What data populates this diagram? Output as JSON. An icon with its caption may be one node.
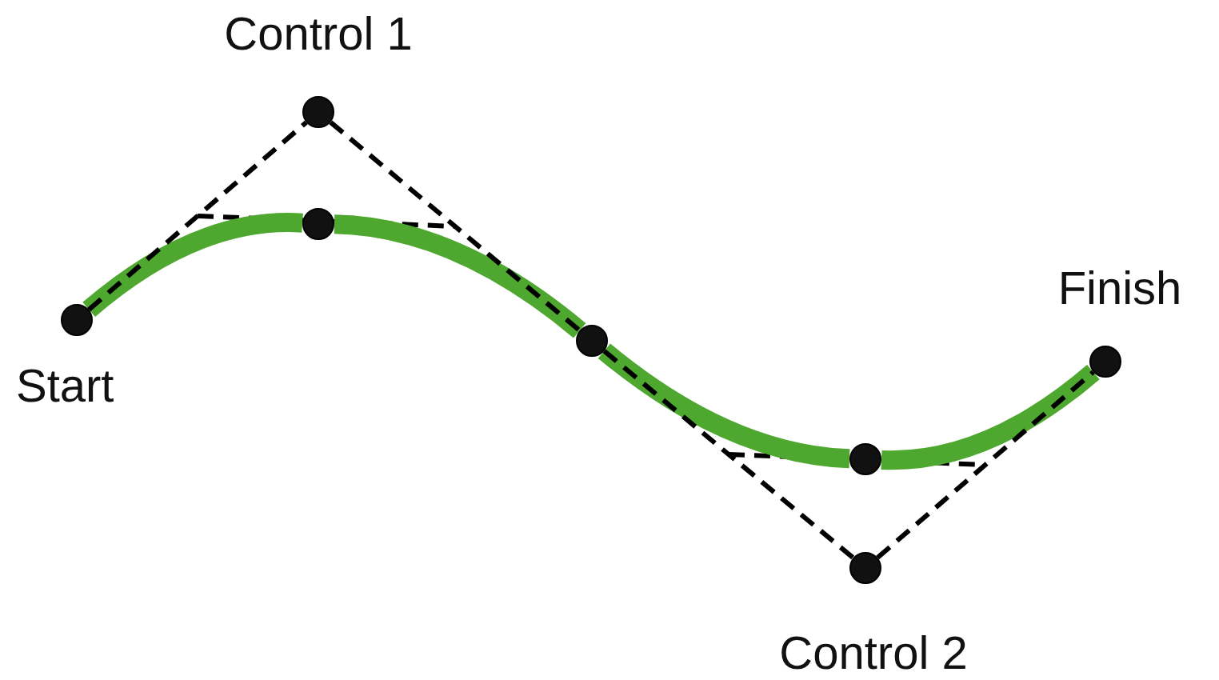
{
  "diagram": {
    "nodes": [
      {
        "text": [],
        "shape": "circle",
        "beside": [
          "Start"
        ]
      },
      {
        "text": [],
        "shape": "circle",
        "beside": [
          "Control 1"
        ]
      },
      {
        "text": [],
        "shape": "circle"
      },
      {
        "text": [],
        "shape": "circle"
      },
      {
        "text": [],
        "shape": "circle"
      },
      {
        "text": [],
        "shape": "circle",
        "beside": [
          "Control 2"
        ]
      },
      {
        "text": [],
        "shape": "circle",
        "beside": [
          "Finish"
        ]
      }
    ],
    "edges": [
      {
        "from": 0,
        "to": 2,
        "arrow": "none",
        "style": "thick",
        "color": "#4ea72e"
      },
      {
        "from": 2,
        "to": 3,
        "arrow": "none",
        "style": "thick",
        "color": "#4ea72e"
      },
      {
        "from": 3,
        "to": 4,
        "arrow": "none",
        "style": "thick",
        "color": "#4ea72e"
      },
      {
        "from": 4,
        "to": 6,
        "arrow": "none",
        "style": "thick",
        "color": "#4ea72e"
      },
      {
        "from": 0,
        "to": 1,
        "arrow": "none",
        "style": "dashed",
        "color": "#000000"
      },
      {
        "from": 1,
        "to": 3,
        "arrow": "none",
        "style": "dashed",
        "color": "#000000"
      },
      {
        "from": 3,
        "to": 5,
        "arrow": "none",
        "style": "dashed",
        "color": "#000000"
      },
      {
        "from": 5,
        "to": 6,
        "arrow": "none",
        "style": "dashed",
        "color": "#000000"
      }
    ]
  }
}
